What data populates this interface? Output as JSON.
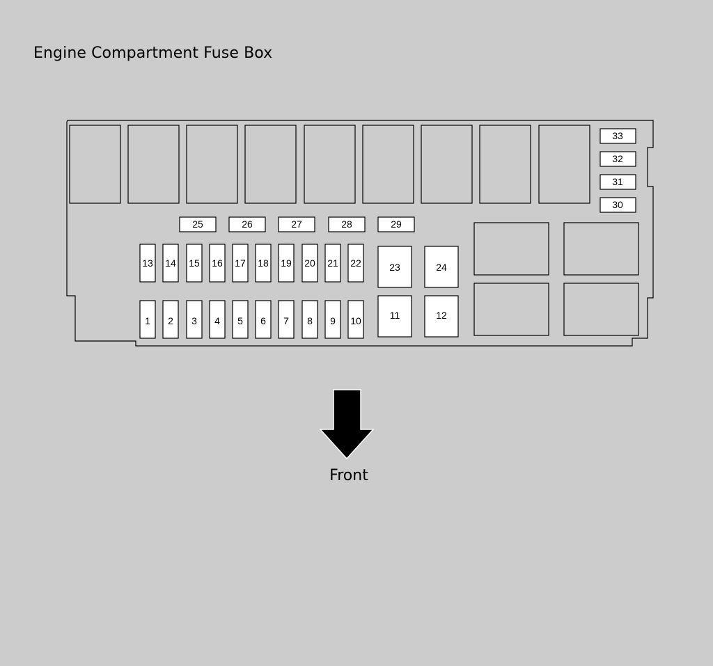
{
  "title": "Engine Compartment Fuse Box",
  "direction_label": "Front",
  "colors": {
    "background": "#cccccc",
    "outline": "#000000",
    "fuse_fill": "#ffffff"
  },
  "icons": {
    "direction": "arrow-down-icon"
  },
  "fuses": {
    "bottom_row": [
      "1",
      "2",
      "3",
      "4",
      "5",
      "6",
      "7",
      "8",
      "9",
      "10"
    ],
    "middle_row": [
      "13",
      "14",
      "15",
      "16",
      "17",
      "18",
      "19",
      "20",
      "21",
      "22"
    ],
    "wide_row": [
      "25",
      "26",
      "27",
      "28",
      "29"
    ],
    "large_lower": [
      "11",
      "12"
    ],
    "large_upper": [
      "23",
      "24"
    ],
    "right_column": [
      "33",
      "32",
      "31",
      "30"
    ]
  }
}
